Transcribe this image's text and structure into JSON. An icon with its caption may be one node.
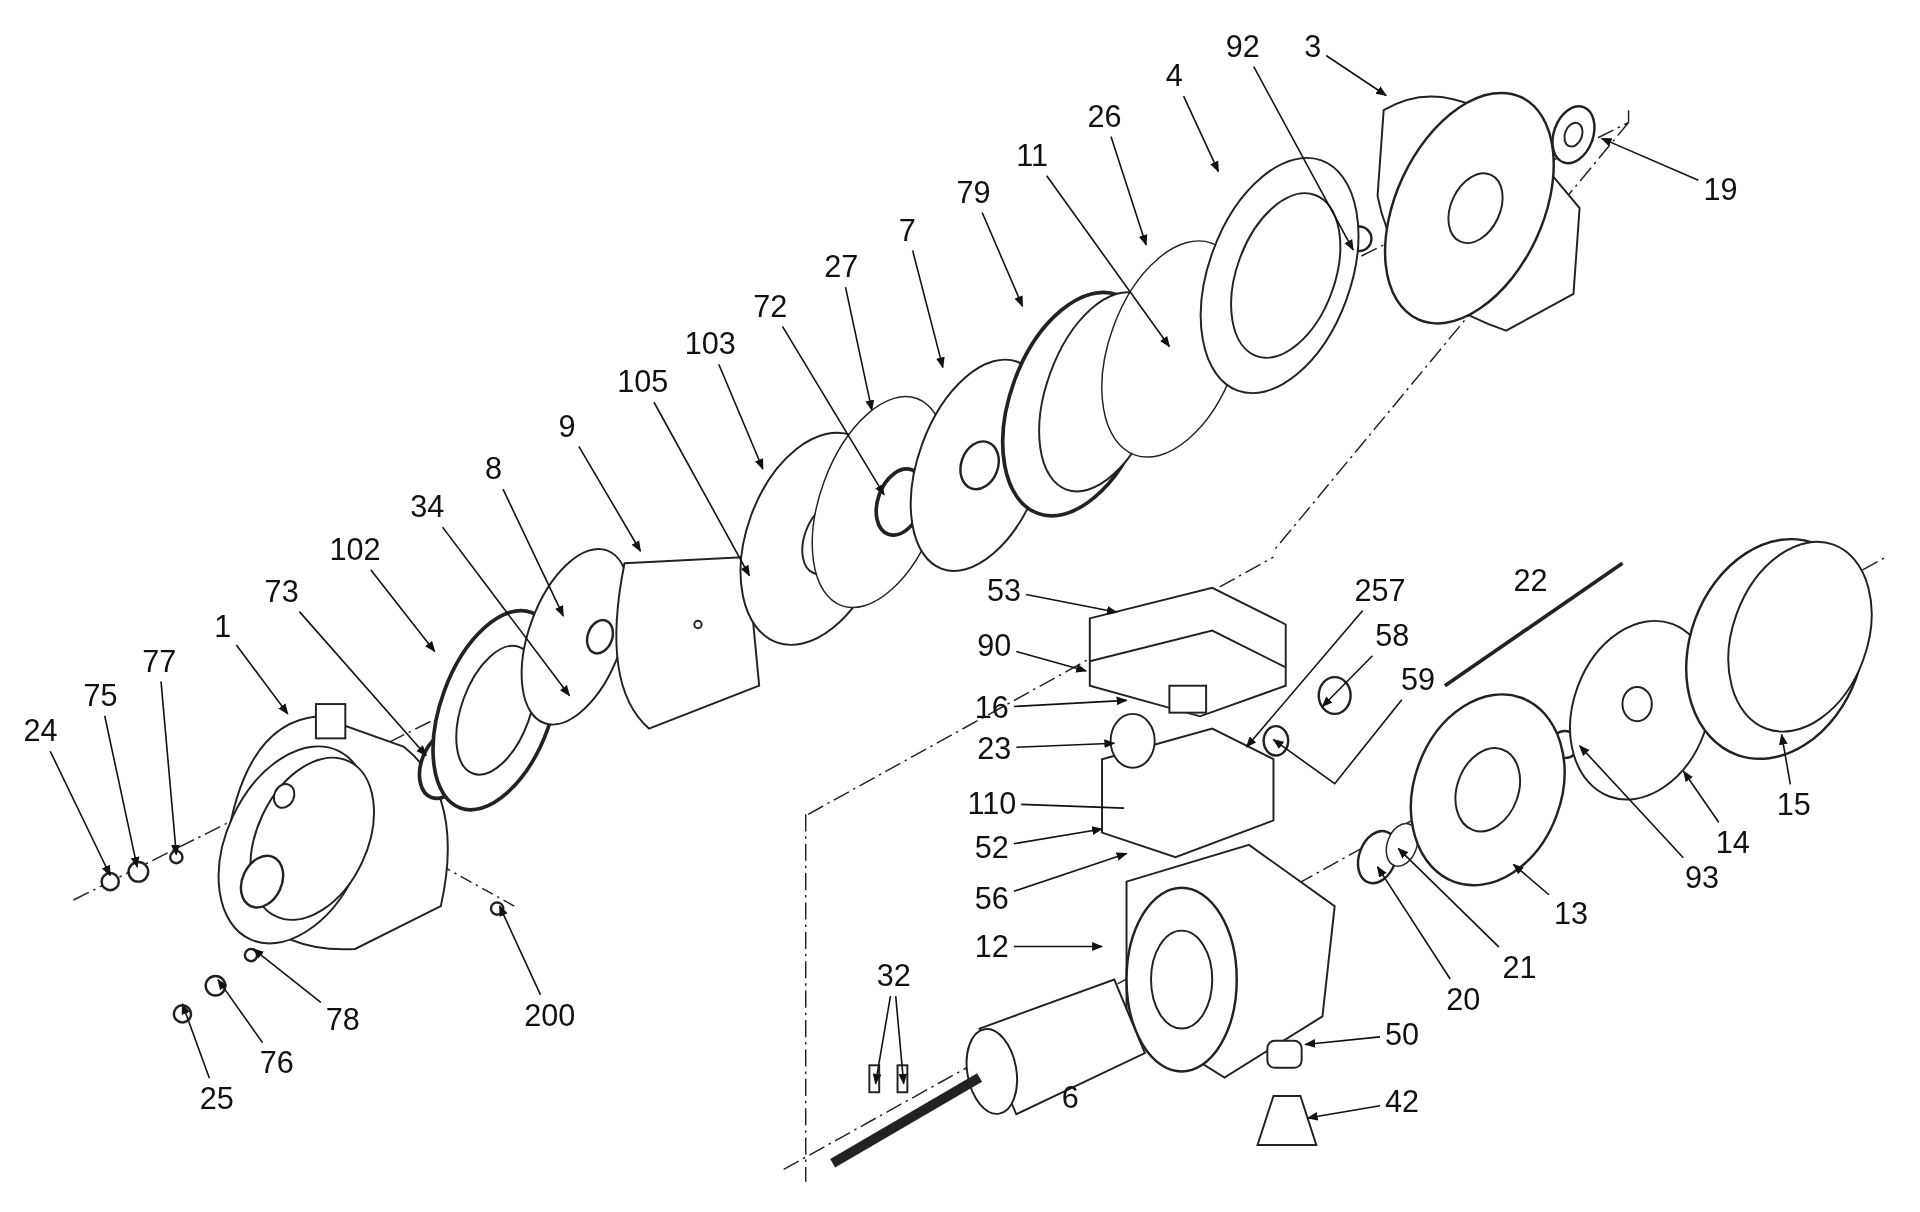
{
  "diagram": {
    "nodes": [
      {
        "text": [
          "3"
        ]
      },
      {
        "text": [
          "92"
        ]
      },
      {
        "text": [
          "4"
        ]
      },
      {
        "text": [
          "26"
        ]
      },
      {
        "text": [
          "11"
        ]
      },
      {
        "text": [
          "19"
        ]
      },
      {
        "text": [
          "79"
        ]
      },
      {
        "text": [
          "7"
        ]
      },
      {
        "text": [
          "27"
        ]
      },
      {
        "text": [
          "72"
        ]
      },
      {
        "text": [
          "103"
        ]
      },
      {
        "text": [
          "105"
        ]
      },
      {
        "text": [
          "9"
        ]
      },
      {
        "text": [
          "8"
        ]
      },
      {
        "text": [
          "34"
        ]
      },
      {
        "text": [
          "102"
        ]
      },
      {
        "text": [
          "73"
        ]
      },
      {
        "text": [
          "53"
        ]
      },
      {
        "text": [
          "257"
        ]
      },
      {
        "text": [
          "1"
        ]
      },
      {
        "text": [
          "58"
        ]
      },
      {
        "text": [
          "90"
        ]
      },
      {
        "text": [
          "77"
        ]
      },
      {
        "text": [
          "59"
        ]
      },
      {
        "text": [
          "75"
        ]
      },
      {
        "text": [
          "16"
        ]
      },
      {
        "text": [
          "24"
        ]
      },
      {
        "text": [
          "23"
        ]
      },
      {
        "text": [
          "110"
        ]
      },
      {
        "text": [
          "14"
        ]
      },
      {
        "text": [
          "15"
        ]
      },
      {
        "text": [
          "52"
        ]
      },
      {
        "text": [
          "93"
        ]
      },
      {
        "text": [
          "56"
        ]
      },
      {
        "text": [
          "13"
        ]
      },
      {
        "text": [
          "12"
        ]
      },
      {
        "text": [
          "21"
        ]
      },
      {
        "text": [
          "32"
        ]
      },
      {
        "text": [
          "20"
        ]
      },
      {
        "text": [
          "200"
        ]
      },
      {
        "text": [
          "78"
        ]
      },
      {
        "text": [
          "50"
        ]
      },
      {
        "text": [
          "76"
        ]
      },
      {
        "text": [
          "25"
        ]
      },
      {
        "text": [
          "42"
        ]
      }
    ],
    "edges": [
      {
        "from": 0,
        "to": null,
        "arrow": "to"
      },
      {
        "from": 1,
        "to": null,
        "arrow": "to"
      },
      {
        "from": 2,
        "to": null,
        "arrow": "to"
      },
      {
        "from": 3,
        "to": null,
        "arrow": "to"
      },
      {
        "from": 4,
        "to": null,
        "arrow": "to"
      },
      {
        "from": 5,
        "to": null,
        "arrow": "to"
      },
      {
        "from": 6,
        "to": null,
        "arrow": "to"
      },
      {
        "from": 7,
        "to": null,
        "arrow": "to"
      },
      {
        "from": 8,
        "to": null,
        "arrow": "to"
      },
      {
        "from": 9,
        "to": null,
        "arrow": "to"
      },
      {
        "from": 10,
        "to": null,
        "arrow": "to"
      },
      {
        "from": 11,
        "to": null,
        "arrow": "to"
      },
      {
        "from": 12,
        "to": null,
        "arrow": "to"
      },
      {
        "from": 13,
        "to": null,
        "arrow": "to"
      },
      {
        "from": 14,
        "to": null,
        "arrow": "to"
      },
      {
        "from": 15,
        "to": null,
        "arrow": "to"
      },
      {
        "from": 16,
        "to": null,
        "arrow": "to"
      },
      {
        "from": 17,
        "to": null,
        "arrow": "to"
      },
      {
        "from": 18,
        "to": null,
        "arrow": "to"
      },
      {
        "from": 19,
        "to": null,
        "arrow": "to"
      },
      {
        "from": 20,
        "to": null,
        "arrow": "to"
      },
      {
        "from": 21,
        "to": null,
        "arrow": "to"
      },
      {
        "from": 22,
        "to": null,
        "arrow": "to"
      },
      {
        "from": 23,
        "to": null,
        "arrow": "to"
      },
      {
        "from": 24,
        "to": null,
        "arrow": "to"
      },
      {
        "from": 25,
        "to": null,
        "arrow": "to"
      },
      {
        "from": 26,
        "to": null,
        "arrow": "to"
      },
      {
        "from": 27,
        "to": null,
        "arrow": "to"
      },
      {
        "from": 28,
        "to": null,
        "arrow": "none"
      },
      {
        "from": 29,
        "to": null,
        "arrow": "to"
      },
      {
        "from": 30,
        "to": null,
        "arrow": "to"
      },
      {
        "from": 31,
        "to": null,
        "arrow": "to"
      },
      {
        "from": 32,
        "to": null,
        "arrow": "to"
      },
      {
        "from": 33,
        "to": null,
        "arrow": "to"
      },
      {
        "from": 34,
        "to": null,
        "arrow": "to"
      },
      {
        "from": 35,
        "to": null,
        "arrow": "to"
      },
      {
        "from": 36,
        "to": null,
        "arrow": "to"
      },
      {
        "from": 37,
        "to": null,
        "arrow": "to"
      },
      {
        "from": 37,
        "to": null,
        "arrow": "to"
      },
      {
        "from": 38,
        "to": null,
        "arrow": "to"
      },
      {
        "from": 39,
        "to": null,
        "arrow": "to"
      },
      {
        "from": 40,
        "to": null,
        "arrow": "to"
      },
      {
        "from": 41,
        "to": null,
        "arrow": "to"
      },
      {
        "from": 42,
        "to": null,
        "arrow": "to"
      },
      {
        "from": 43,
        "to": null,
        "arrow": "to"
      },
      {
        "from": 44,
        "to": null,
        "arrow": "to"
      }
    ],
    "labels": [
      "22",
      "6"
    ]
  }
}
